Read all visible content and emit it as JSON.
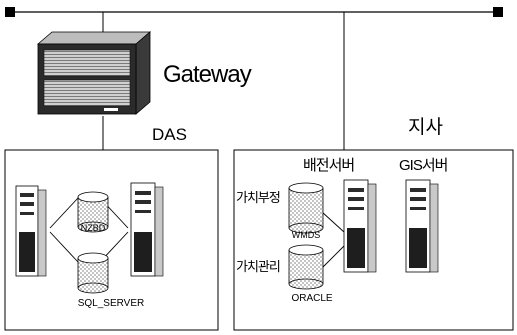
{
  "labels": {
    "gateway": "Gateway",
    "das": "DAS",
    "branch": "지사",
    "mapping_server": "배전서버",
    "gis_server": "GIS서버"
  },
  "databases": {
    "nzbd": "NZBD",
    "sql_server": "SQL_SERVER",
    "wmds": "WMDS",
    "oracle": "ORACLE"
  },
  "db_side_labels": {
    "upper": "가치부정",
    "lower": "가치관리"
  },
  "colors": {
    "line": "#000000",
    "server_dark": "#2b2b2b",
    "server_light": "#d9d9d9",
    "db_dots": "#9a9a9a"
  }
}
